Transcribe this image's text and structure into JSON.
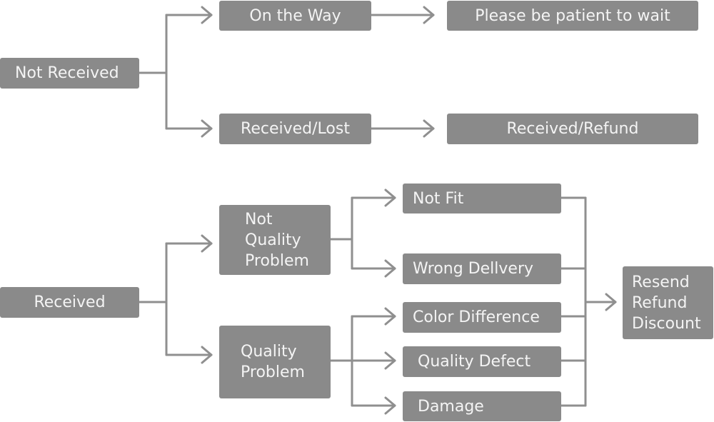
{
  "diagram": {
    "not_received": {
      "root": "Not Received",
      "on_the_way": "On the Way",
      "wait": "Please be patient to wait",
      "received_lost": "Received/Lost",
      "received_refund": "Received/Refund"
    },
    "received": {
      "root": "Received",
      "not_quality_problem": [
        "Not",
        "Quality",
        "Problem"
      ],
      "quality_problem": [
        "Quality",
        "Problem"
      ],
      "not_fit": "Not Fit",
      "wrong_delivery": "Wrong Dellvery",
      "color_difference": "Color Difference",
      "quality_defect": "Quality Defect",
      "damage": "Damage",
      "outcome": [
        "Resend",
        "Refund",
        "Discount"
      ]
    },
    "colors": {
      "box": "#8a8a8a",
      "text": "#f4f4f4",
      "line": "#8f8f8f"
    }
  }
}
